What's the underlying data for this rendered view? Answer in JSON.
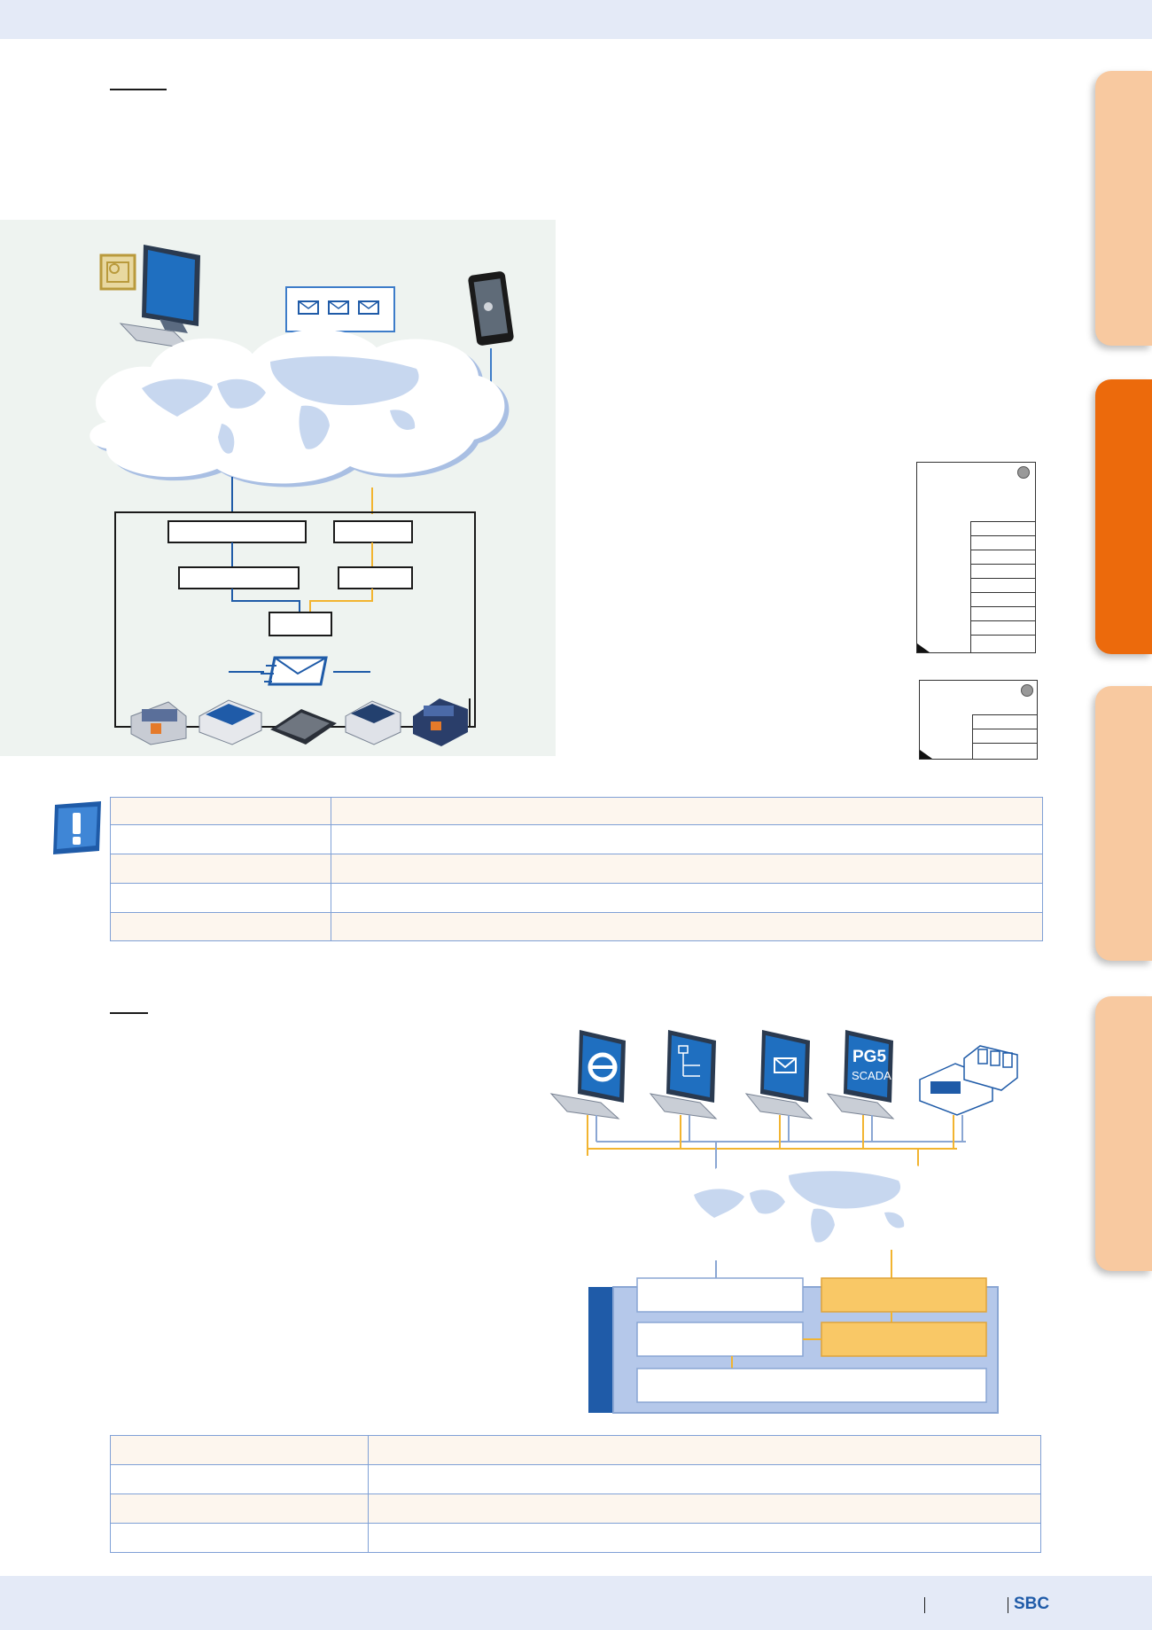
{
  "footer": {
    "brand": "SBC"
  },
  "diagram_bottom": {
    "monitor_label_line1": "PG5",
    "monitor_label_line2": "SCADA"
  },
  "colors": {
    "accent_blue": "#1f5ba8",
    "accent_orange": "#ec6a0c",
    "tab_peach": "#f8c9a0",
    "header_band": "#e4eaf7",
    "line_yellow": "#f2b430",
    "box_yellow": "#f9c866"
  },
  "icons": [
    "clock-display-icon",
    "monitor-icon",
    "tablet-icon",
    "email-icon",
    "cloud-world-map-icon",
    "plc-device-icon",
    "info-exclamation-icon",
    "internet-explorer-icon"
  ]
}
